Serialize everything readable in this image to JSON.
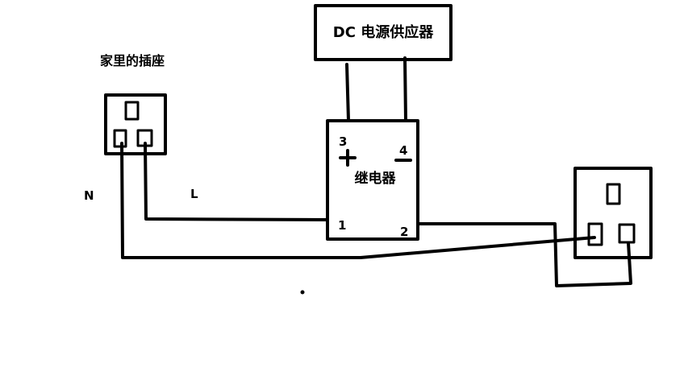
{
  "colors": {
    "stroke": "#000000",
    "background": "#ffffff"
  },
  "labels": {
    "dc_supply": "DC 电源供应器",
    "home_socket": "家里的插座",
    "relay": "继电器",
    "neutral": "N",
    "live": "L",
    "terminal_3": "3",
    "terminal_4": "4",
    "terminal_1": "1",
    "terminal_2": "2"
  }
}
